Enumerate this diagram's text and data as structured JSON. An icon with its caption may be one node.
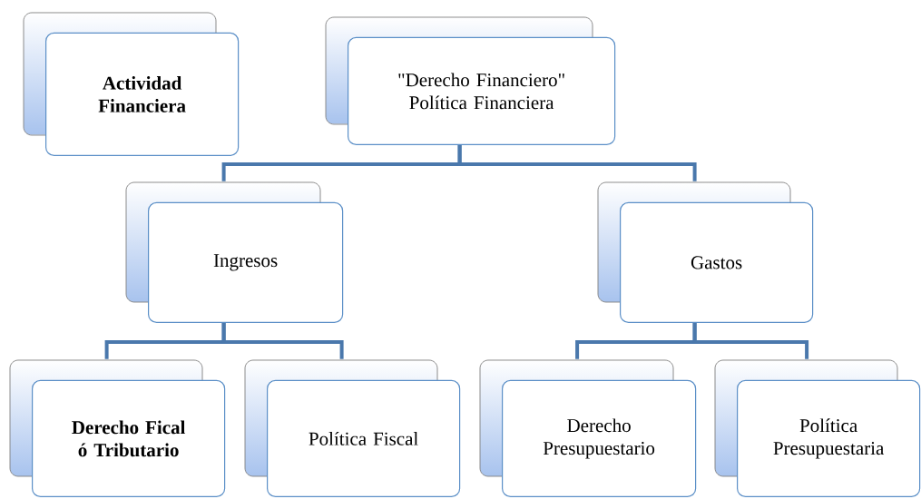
{
  "diagram": {
    "nodes": [
      {
        "text": [
          "Actividad Financiera"
        ]
      },
      {
        "text": [
          "\"Derecho Financiero\"",
          "Política Financiera"
        ]
      },
      {
        "text": [
          "Ingresos"
        ]
      },
      {
        "text": [
          "Gastos"
        ]
      },
      {
        "text": [
          "Derecho Fical ó Tributario"
        ]
      },
      {
        "text": [
          "Política Fiscal"
        ]
      },
      {
        "text": [
          "Derecho Presupuestario"
        ]
      },
      {
        "text": [
          "Política Presupuestaria"
        ]
      }
    ],
    "edges": [
      {
        "from": 1,
        "to": 2,
        "arrow": "none"
      },
      {
        "from": 1,
        "to": 3,
        "arrow": "none"
      },
      {
        "from": 2,
        "to": 4,
        "arrow": "none"
      },
      {
        "from": 2,
        "to": 5,
        "arrow": "none"
      },
      {
        "from": 3,
        "to": 6,
        "arrow": "none"
      },
      {
        "from": 3,
        "to": 7,
        "arrow": "none"
      }
    ]
  }
}
